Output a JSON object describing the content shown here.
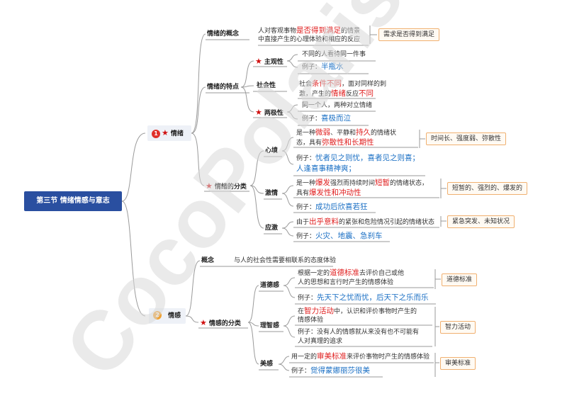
{
  "root": "第三节 情绪情感与意志",
  "emotion": {
    "num": "1",
    "title": "情绪",
    "concept": {
      "label": "情绪的概念",
      "line1a": "人对客观事物",
      "line1b": "是否得到满足",
      "line1c": "的情景",
      "line2": "中直接产生的心理体验和相应的反应",
      "note": "需求是否得到满足"
    },
    "traits": {
      "label": "情绪的特点",
      "subjective": {
        "label": "主观性",
        "desc": "不同的人看待同一件事",
        "ex_prefix": "例子：",
        "ex": "半瓶水"
      },
      "social": {
        "label": "社会性",
        "l1a": "社会",
        "l1b": "条件不同",
        "l1c": "，面对同样的刺",
        "l2a": "激，产生的",
        "l2b": "情绪",
        "l2c": "反应",
        "l2d": "不同"
      },
      "bipolar": {
        "label": "两极性",
        "desc": "同一个人，两种对立情绪",
        "ex_prefix": "例子：",
        "ex": "喜极而泣"
      }
    },
    "classes": {
      "label": "情绪的分类",
      "mood": {
        "label": "心境",
        "l1a": "是一种",
        "l1b": "微弱",
        "l1c": "、平静和",
        "l1d": "持久",
        "l1e": "的情绪状",
        "l2a": "态，具有",
        "l2b": "弥散性和长期性",
        "note": "时间长、强度弱、弥散性",
        "ex_prefix": "例子：",
        "ex1": "忧者见之则忧，喜者见之则喜；",
        "ex2": "人逢喜事精神爽；"
      },
      "passion": {
        "label": "激情",
        "l1a": "是一种",
        "l1b": "爆发",
        "l1c": "强烈而持续时间",
        "l1d": "短暂",
        "l1e": "的情绪状态，",
        "l2a": "具有",
        "l2b": "爆发性和冲动性",
        "note": "短暂的、强烈的、爆发的",
        "ex_prefix": "例子：",
        "ex": "成功后欣喜若狂"
      },
      "stress": {
        "label": "应激",
        "l1a": "由于",
        "l1b": "出乎意料",
        "l1c": "的紧张和危险情况引起的情绪状态",
        "note": "紧急突发、未知状况",
        "ex_prefix": "例子：",
        "ex": "火灾、地震、急刹车"
      }
    }
  },
  "feeling": {
    "num": "2",
    "title": "情感",
    "concept": {
      "label": "概念",
      "desc": "与人的社会性需要相联系的态度体验"
    },
    "classes": {
      "label": "情感的分类",
      "moral": {
        "label": "道德感",
        "l1a": "根据一定的",
        "l1b": "道德标准",
        "l1c": "去评价自己或他",
        "l2": "人的思想和言行时产生的情感体验",
        "note": "道德标准",
        "ex_prefix": "例子：",
        "ex": "先天下之忧而忧，后天下之乐而乐"
      },
      "rational": {
        "label": "理智感",
        "l1a": "在",
        "l1b": "智力活动",
        "l1c": "中，认识和评价事物时产生的",
        "l2": "情感体验",
        "note": "智力活动",
        "ex1": "例子：没有人的情感就从来没有也不可能有",
        "ex2": "人对真理的追求"
      },
      "aesthetic": {
        "label": "美感",
        "l1a": "用一定的",
        "l1b": "审美标准",
        "l1c": "来评价事物时产生的情感体验",
        "note": "审美标准",
        "ex_prefix": "例子：",
        "ex": "觉得蒙娜丽莎很美"
      }
    }
  },
  "watermark": "CocoPolaris",
  "colors": {
    "root_bg": "#2a4fa0",
    "line": "#9a9a9a",
    "highlight": "#e02020",
    "example": "#1a6fc4",
    "note_border": "#f0b070",
    "watermark": "#d8d8d8"
  }
}
